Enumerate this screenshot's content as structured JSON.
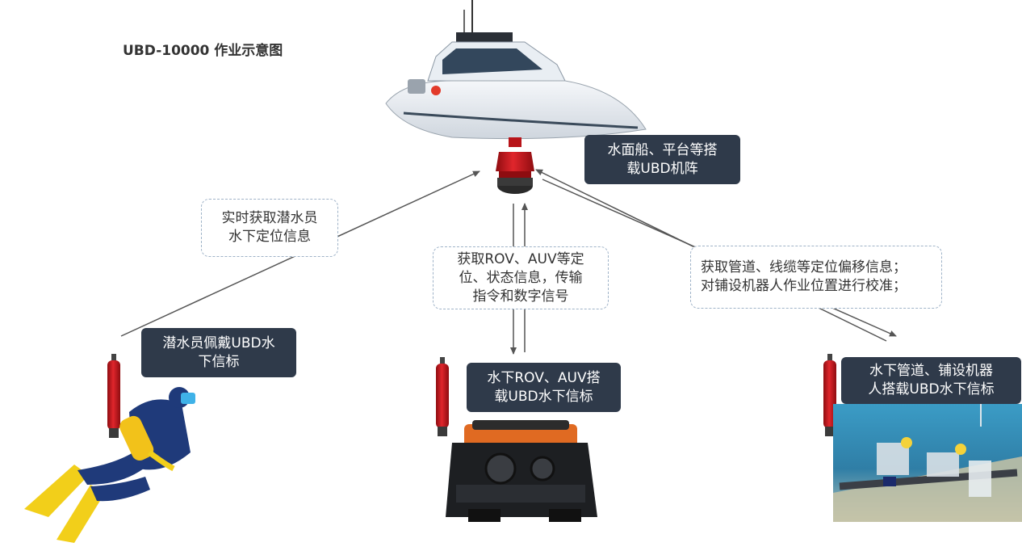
{
  "title": "UBD-10000 作业示意图",
  "labels": {
    "boat": [
      "水面船、平台等搭",
      "载UBD机阵"
    ],
    "diver": [
      "潜水员佩戴UBD水",
      "下信标"
    ],
    "rov": [
      "水下ROV、AUV搭",
      "载UBD水下信标"
    ],
    "pipeline": [
      "水下管道、铺设机器",
      "人搭载UBD水下信标"
    ]
  },
  "links": {
    "diver": [
      "实时获取潜水员",
      "水下定位信息"
    ],
    "rov": [
      "获取ROV、AUV等定",
      "位、状态信息，传输",
      "指令和数字信号"
    ],
    "pipeline": [
      "获取管道、线缆等定位偏移信息；",
      "对铺设机器人作业位置进行校准；"
    ]
  },
  "colors": {
    "dark_label": "#2f3a4a",
    "dashed_border": "#9fb3c8",
    "arrow": "#555555",
    "beacon_red": "#c0141b",
    "diver_blue": "#1f3a7a",
    "fin_yellow": "#f2cf1a",
    "rov_orange": "#e06a22",
    "water": "#2a7fa8"
  },
  "icons": [
    "boat-icon",
    "ubd-array-icon",
    "beacon-icon",
    "diver-icon",
    "rov-icon",
    "pipeline-scene-icon"
  ]
}
